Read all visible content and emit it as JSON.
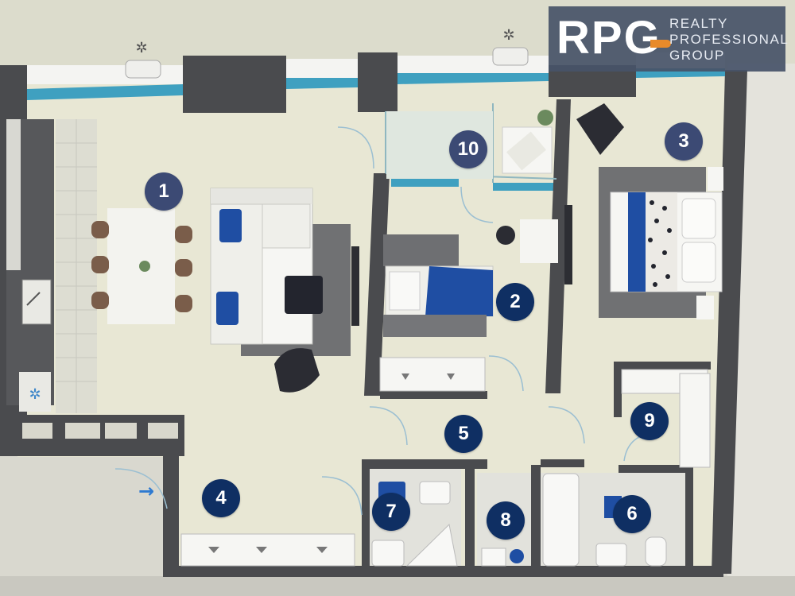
{
  "logo": {
    "mark": "RPG",
    "line1": "REALTY",
    "line2": "PROFESSIONAL",
    "line3": "GROUP",
    "accent_color": "#e88a2a"
  },
  "rooms": [
    {
      "id": "1",
      "label": "1",
      "style": "light"
    },
    {
      "id": "2",
      "label": "2",
      "style": "dark"
    },
    {
      "id": "3",
      "label": "3",
      "style": "light"
    },
    {
      "id": "4",
      "label": "4",
      "style": "dark"
    },
    {
      "id": "5",
      "label": "5",
      "style": "dark"
    },
    {
      "id": "6",
      "label": "6",
      "style": "dark"
    },
    {
      "id": "7",
      "label": "7",
      "style": "dark"
    },
    {
      "id": "8",
      "label": "8",
      "style": "dark"
    },
    {
      "id": "9",
      "label": "9",
      "style": "dark"
    },
    {
      "id": "10",
      "label": "10",
      "style": "light"
    }
  ],
  "entry_icon": "arrow-right-icon",
  "colors": {
    "wall": "#4a4b4e",
    "floor": "#e7e6d5",
    "window": "#3fa0c0",
    "furniture_blue": "#1f4ea3",
    "badge_dark": "#0f2f63",
    "badge_light": "#3c4a74"
  }
}
